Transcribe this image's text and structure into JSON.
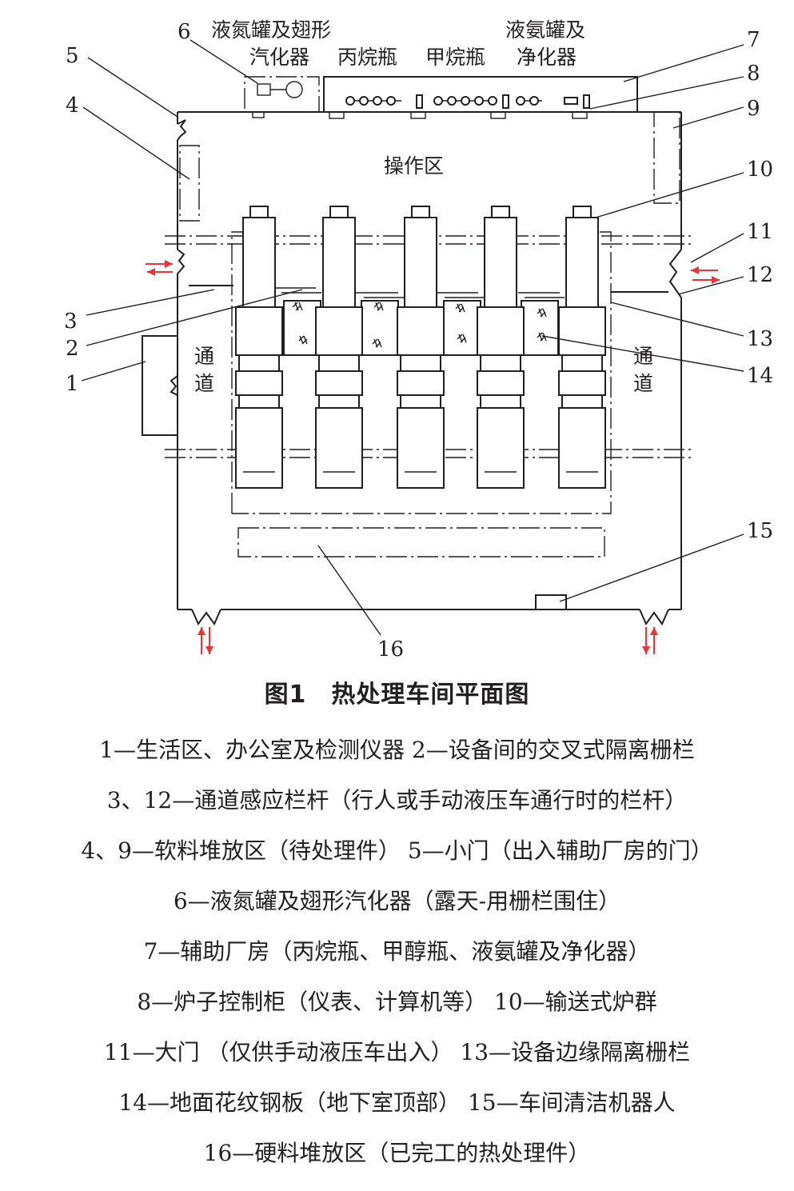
{
  "diagram": {
    "labels": {
      "n1": "1",
      "n2": "2",
      "n3": "3",
      "n4": "4",
      "n5": "5",
      "n6": "6",
      "n7": "7",
      "n8": "8",
      "n9": "9",
      "n10": "10",
      "n11": "11",
      "n12": "12",
      "n13": "13",
      "n14": "14",
      "n15": "15",
      "n16": "16"
    },
    "text": {
      "ln2_top": "液氮罐及翅形",
      "ln2_bottom": "汽化器",
      "propane": "丙烷瓶",
      "methanol": "甲烷瓶",
      "nh3_top": "液氨罐及",
      "nh3_bottom": "净化器",
      "operation_area": "操作区",
      "aisle_left_1": "通",
      "aisle_left_2": "道",
      "aisle_right_1": "通",
      "aisle_right_2": "道"
    }
  },
  "caption": "图1　热处理车间平面图",
  "legend": [
    "1—生活区、办公室及检测仪器  2—设备间的交叉式隔离栅栏",
    "3、12—通道感应栏杆（行人或手动液压车通行时的栏杆）",
    "4、9—软料堆放区（待处理件） 5—小门（出入辅助厂房的门）",
    "6—液氮罐及翅形汽化器（露天-用栅栏围住）",
    "7—辅助厂房（丙烷瓶、甲醇瓶、液氨罐及净化器）",
    "8—炉子控制柜（仪表、计算机等） 10—输送式炉群",
    "11—大门 （仅供手动液压车出入） 13—设备边缘隔离栅栏",
    "14—地面花纹钢板（地下室顶部） 15—车间清洁机器人",
    "16—硬料堆放区（已完工的热处理件）"
  ],
  "colors": {
    "line": "#231f20",
    "arrow": "#e8353b",
    "background": "#ffffff"
  }
}
